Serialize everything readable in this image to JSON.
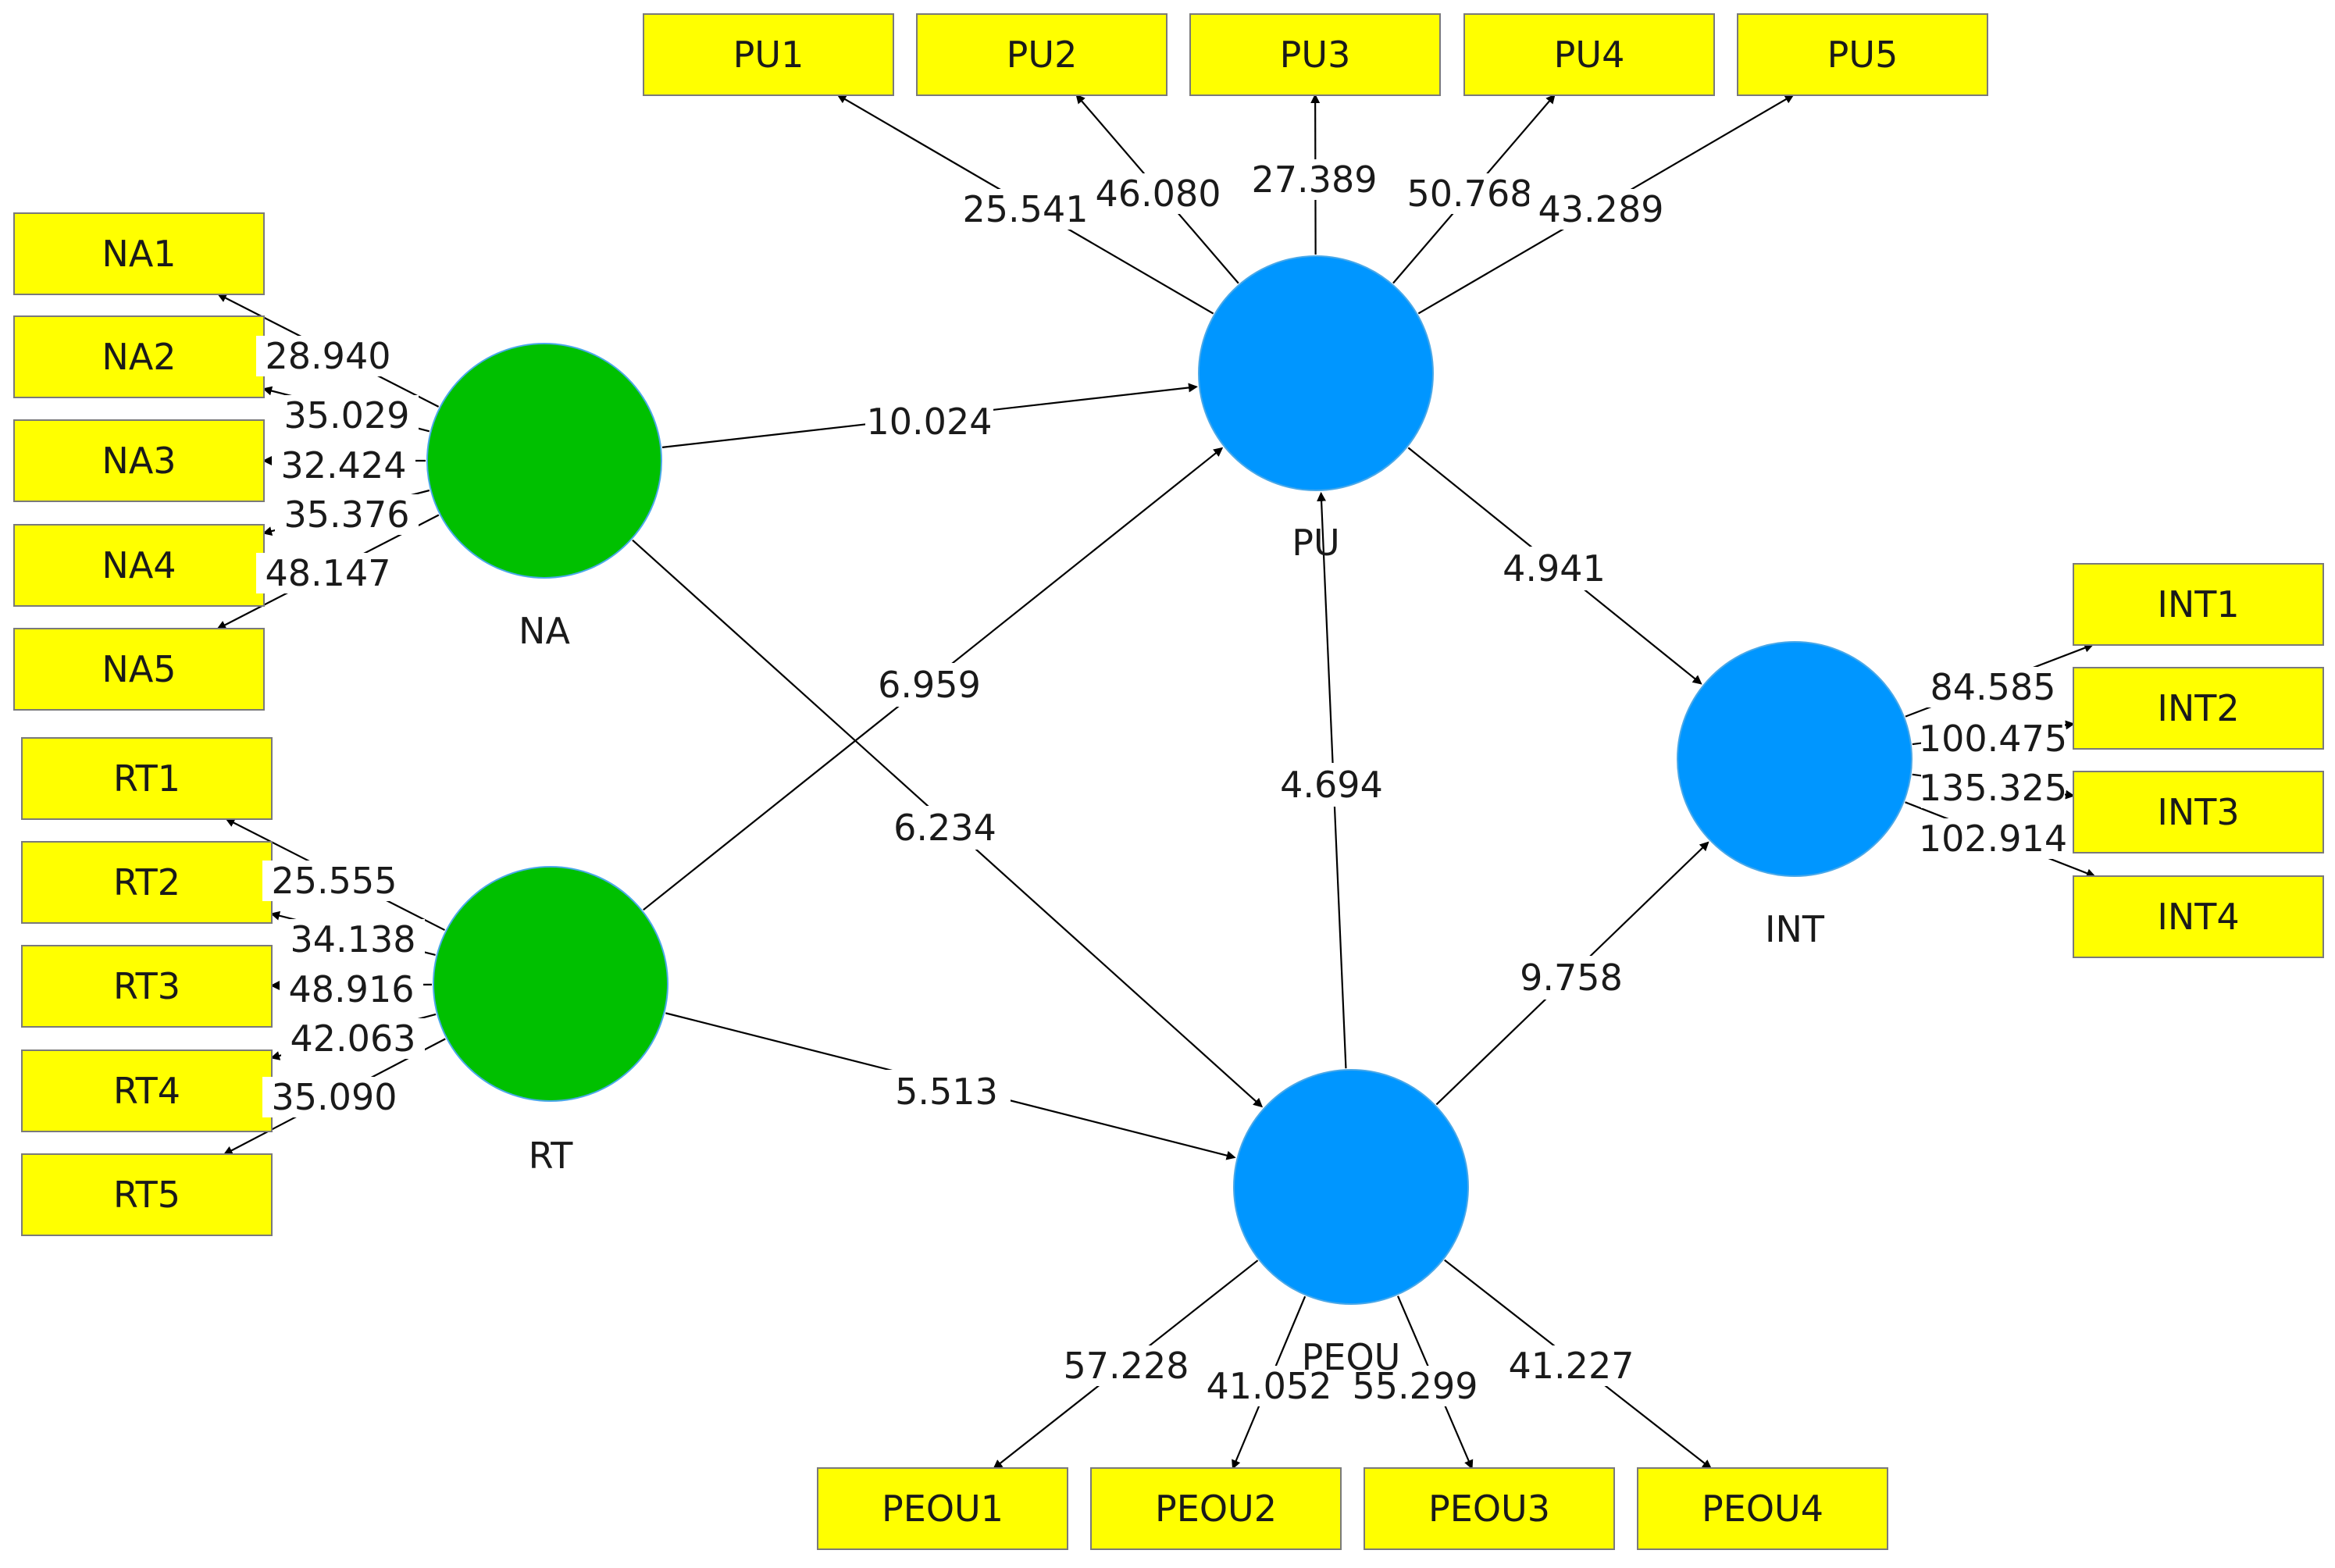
{
  "colors": {
    "indicator_fill": "#FFFF00",
    "exogenous_fill": "#00C000",
    "endogenous_fill": "#0096FF",
    "edge": "#000000",
    "text": "#1a1a1a"
  },
  "latent": {
    "NA": {
      "label": "NA",
      "kind": "exogenous"
    },
    "RT": {
      "label": "RT",
      "kind": "exogenous"
    },
    "PU": {
      "label": "PU",
      "kind": "endogenous"
    },
    "PEOU": {
      "label": "PEOU",
      "kind": "endogenous"
    },
    "INT": {
      "label": "INT",
      "kind": "endogenous"
    }
  },
  "indicators": {
    "NA": [
      {
        "label": "NA1",
        "value": "28.940"
      },
      {
        "label": "NA2",
        "value": "35.029"
      },
      {
        "label": "NA3",
        "value": "32.424"
      },
      {
        "label": "NA4",
        "value": "35.376"
      },
      {
        "label": "NA5",
        "value": "48.147"
      }
    ],
    "RT": [
      {
        "label": "RT1",
        "value": "25.555"
      },
      {
        "label": "RT2",
        "value": "34.138"
      },
      {
        "label": "RT3",
        "value": "48.916"
      },
      {
        "label": "RT4",
        "value": "42.063"
      },
      {
        "label": "RT5",
        "value": "35.090"
      }
    ],
    "PU": [
      {
        "label": "PU1",
        "value": "25.541"
      },
      {
        "label": "PU2",
        "value": "46.080"
      },
      {
        "label": "PU3",
        "value": "27.389"
      },
      {
        "label": "PU4",
        "value": "50.768"
      },
      {
        "label": "PU5",
        "value": "43.289"
      }
    ],
    "PEOU": [
      {
        "label": "PEOU1",
        "value": "57.228"
      },
      {
        "label": "PEOU2",
        "value": "41.052"
      },
      {
        "label": "PEOU3",
        "value": "55.299"
      },
      {
        "label": "PEOU4",
        "value": "41.227"
      }
    ],
    "INT": [
      {
        "label": "INT1",
        "value": "84.585"
      },
      {
        "label": "INT2",
        "value": "100.475"
      },
      {
        "label": "INT3",
        "value": "135.325"
      },
      {
        "label": "INT4",
        "value": "102.914"
      }
    ]
  },
  "paths": [
    {
      "from": "NA",
      "to": "PU",
      "value": "10.024"
    },
    {
      "from": "NA",
      "to": "PEOU",
      "value": "6.234"
    },
    {
      "from": "RT",
      "to": "PU",
      "value": "6.959"
    },
    {
      "from": "RT",
      "to": "PEOU",
      "value": "5.513"
    },
    {
      "from": "PEOU",
      "to": "PU",
      "value": "4.694"
    },
    {
      "from": "PU",
      "to": "INT",
      "value": "4.941"
    },
    {
      "from": "PEOU",
      "to": "INT",
      "value": "9.758"
    }
  ]
}
